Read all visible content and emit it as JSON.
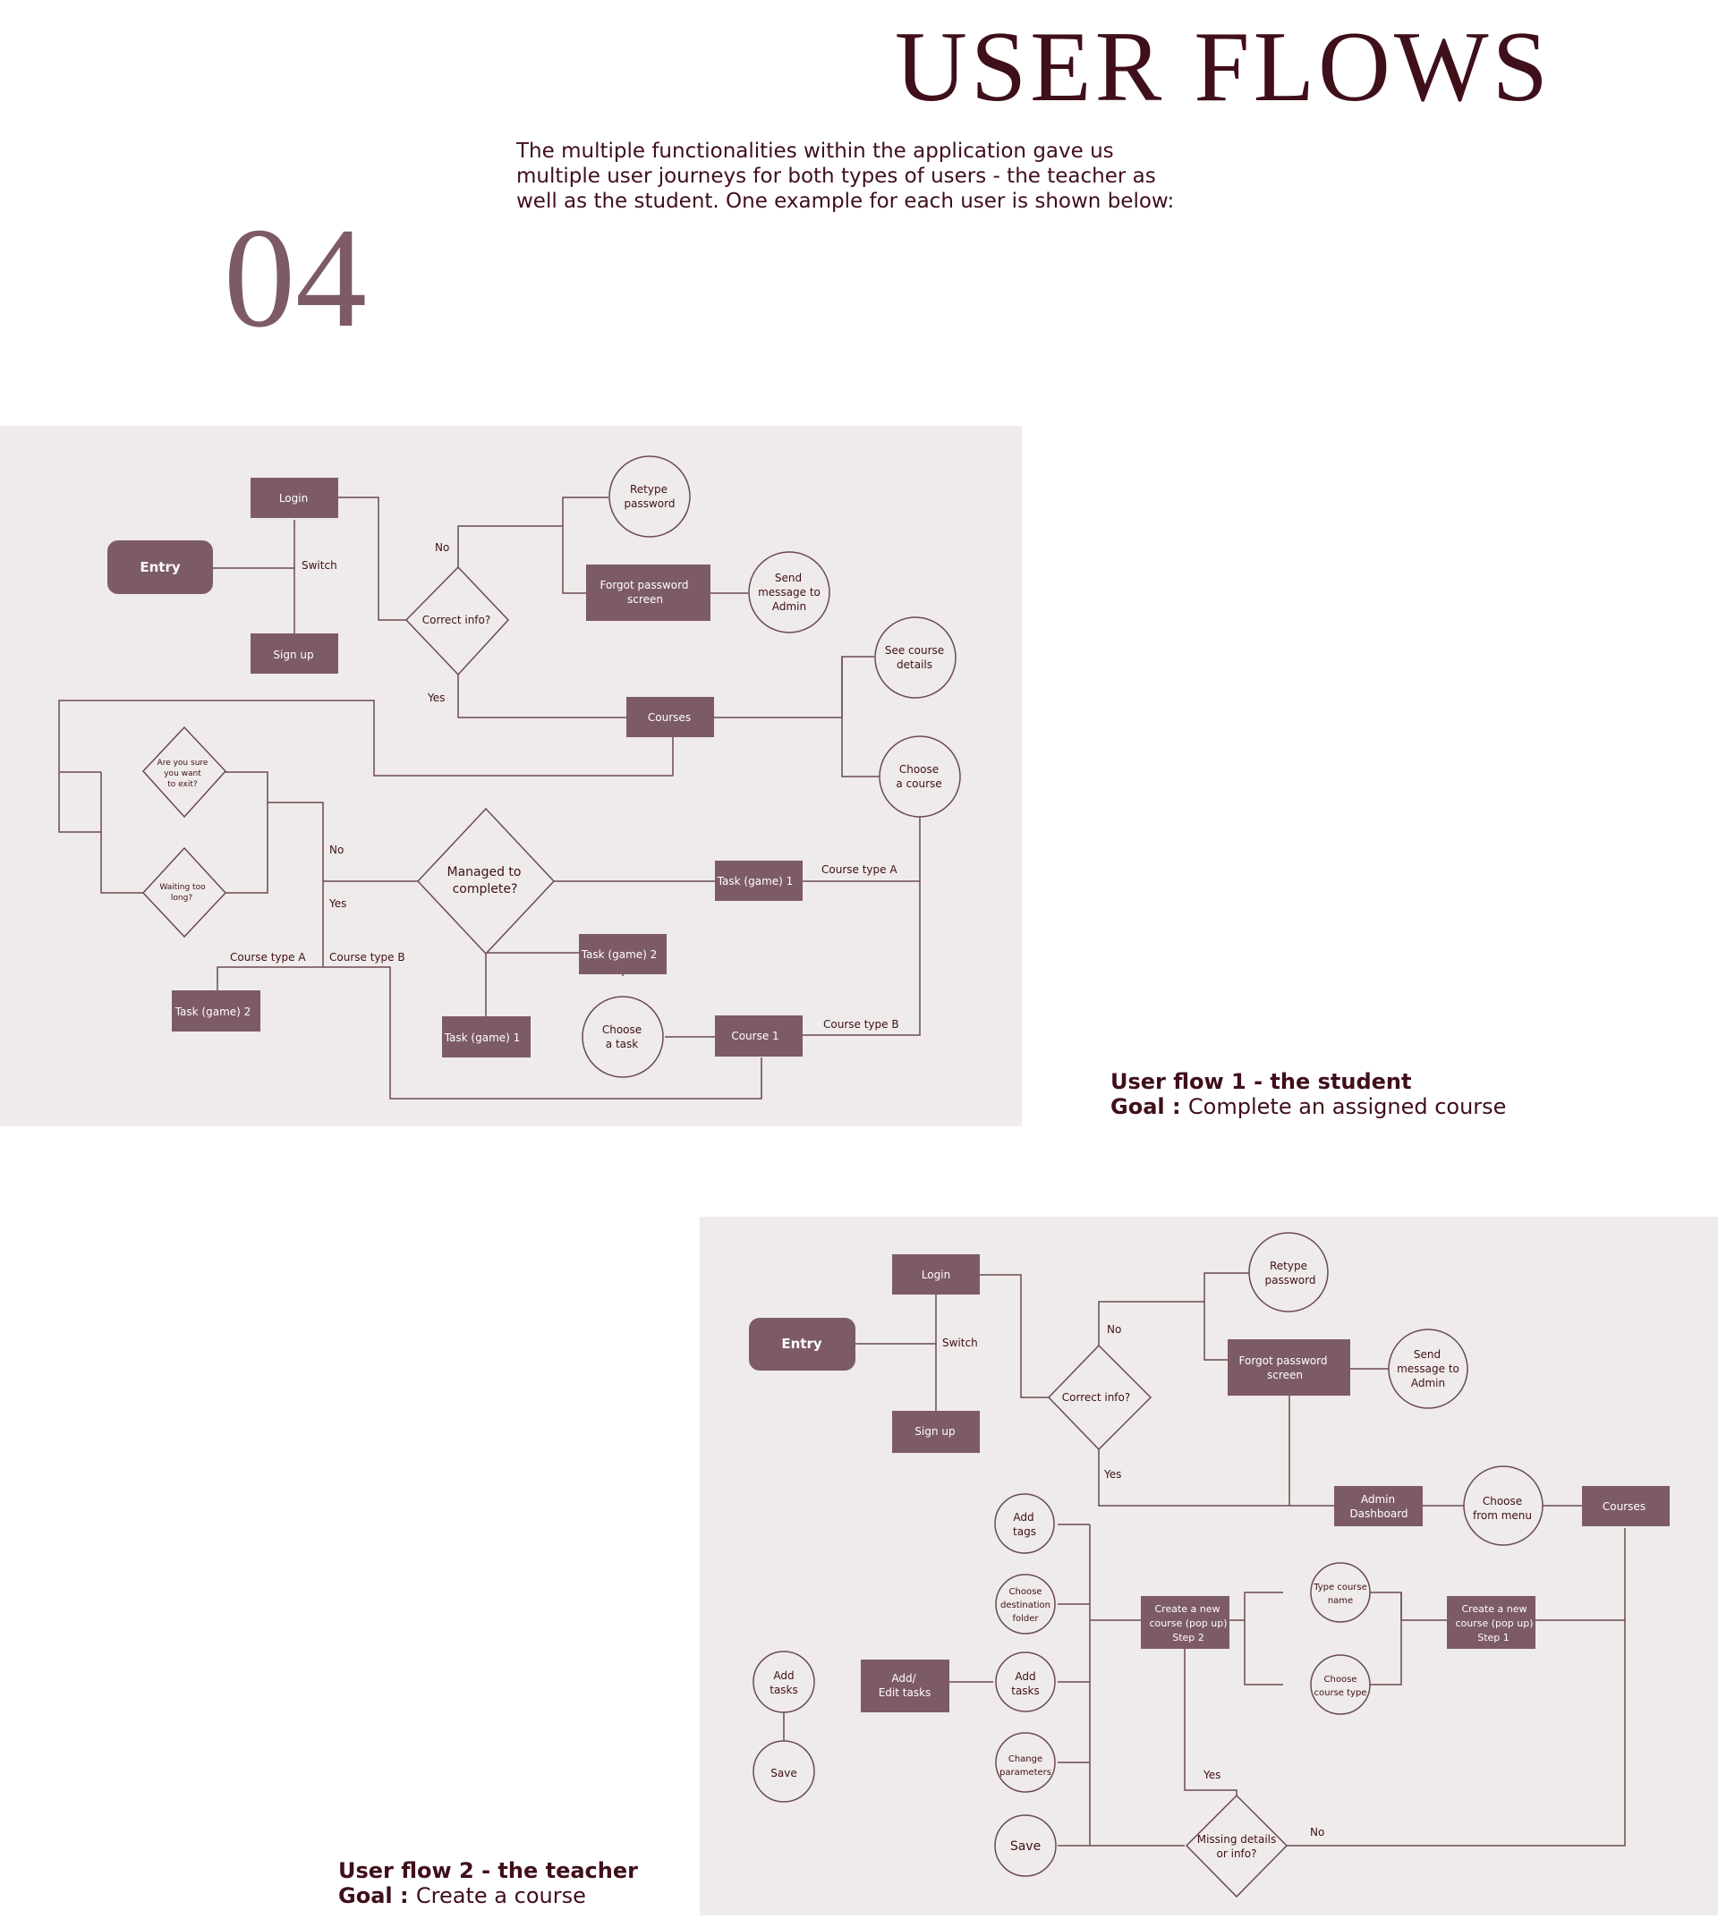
{
  "header": {
    "title": "USER FLOWS",
    "section_number": "04",
    "intro_lines": [
      "The multiple functionalities within the application gave us",
      "multiple user journeys for both types of users - the teacher as",
      "well as the student.  One example for each user is shown below:"
    ]
  },
  "colors": {
    "title": "#3f0f1a",
    "accent": "#7d5b64",
    "panel_bg": "#efebea",
    "node_fill": "#7d5b64",
    "line": "#6b4a53"
  },
  "flow1": {
    "caption_title": "User flow 1 - the student",
    "goal_label": "Goal : ",
    "goal_text": "Complete an assigned course",
    "nodes": {
      "login": "Login",
      "entry": "Entry",
      "signup": "Sign up",
      "switch": "Switch",
      "correct": "Correct info?",
      "no": "No",
      "yes": "Yes",
      "retype": [
        "Retype",
        "password"
      ],
      "forgot": [
        "Forgot password",
        "screen"
      ],
      "send": [
        "Send",
        "message to",
        "Admin"
      ],
      "see_course": [
        "See course",
        "details"
      ],
      "courses": "Courses",
      "choose_course": [
        "Choose",
        "a course"
      ],
      "sure_exit": [
        "Are you sure",
        "you want",
        "to exit?"
      ],
      "waiting": [
        "Waiting too",
        "long?"
      ],
      "no2": "No",
      "yes2": "Yes",
      "managed": [
        "Managed to",
        "complete?"
      ],
      "task1_a": "Task (game) 1",
      "course_type_a": "Course type A",
      "task2": "Task (game) 2",
      "course_type_a2": "Course type A",
      "course_type_b": "Course type B",
      "task2_left": "Task (game) 2",
      "task1_b": "Task (game) 1",
      "choose_task": [
        "Choose",
        "a task"
      ],
      "course1": "Course 1",
      "course_type_b2": "Course type B"
    }
  },
  "flow2": {
    "caption_title": "User flow 2 - the teacher",
    "goal_label": "Goal : ",
    "goal_text": "Create a course",
    "nodes": {
      "login": "Login",
      "entry": "Entry",
      "signup": "Sign up",
      "switch": "Switch",
      "correct": "Correct info?",
      "no": "No",
      "yes": "Yes",
      "retype": [
        "Retype",
        "password"
      ],
      "forgot": [
        "Forgot password",
        "screen"
      ],
      "send": [
        "Send",
        "message to",
        "Admin"
      ],
      "admin": [
        "Admin",
        "Dashboard"
      ],
      "choose_menu": [
        "Choose",
        "from menu"
      ],
      "courses": "Courses",
      "add_tags": [
        "Add",
        "tags"
      ],
      "dest_folder": [
        "Choose",
        "destination",
        "folder"
      ],
      "create2": [
        "Create a new",
        "course (pop up)",
        "Step 2"
      ],
      "type_name": [
        "Type course",
        "name"
      ],
      "create1": [
        "Create a new",
        "course (pop up)",
        "Step 1"
      ],
      "choose_type": [
        "Choose",
        "course type"
      ],
      "add_tasks_left": [
        "Add",
        "tasks"
      ],
      "add_edit": [
        "Add/",
        "Edit tasks"
      ],
      "add_tasks": [
        "Add",
        "tasks"
      ],
      "change_params": [
        "Change",
        "parameters"
      ],
      "save_left": "Save",
      "save": "Save",
      "yes2": "Yes",
      "missing": [
        "Missing details",
        "or info?"
      ],
      "no2": "No"
    }
  }
}
